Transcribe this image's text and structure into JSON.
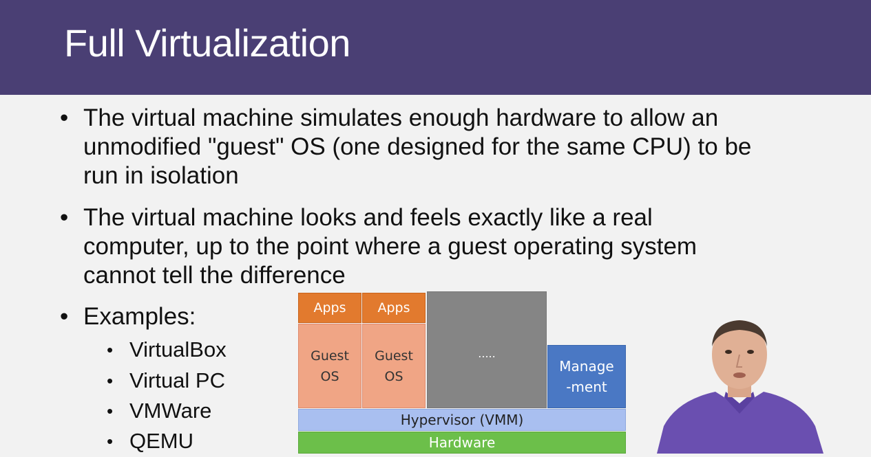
{
  "slide": {
    "title": "Full Virtualization",
    "bullets": [
      {
        "lines": [
          "The virtual machine simulates enough hardware to allow an",
          "unmodified \"guest\" OS (one designed for the same CPU) to be",
          "run in isolation"
        ]
      },
      {
        "lines": [
          "The virtual machine looks and feels exactly like a real",
          "computer, up to the point where a guest operating system",
          "cannot tell the difference"
        ]
      },
      {
        "lines": [
          "Examples:"
        ]
      }
    ],
    "examples": [
      "VirtualBox",
      "Virtual PC",
      "VMWare",
      "QEMU"
    ],
    "bullet_char": "•"
  },
  "diagram": {
    "apps1": "Apps",
    "apps2": "Apps",
    "guest1": [
      "Guest",
      "OS"
    ],
    "guest2": [
      "Guest",
      "OS"
    ],
    "ellipsis": ".....",
    "management": [
      "Manage",
      "-ment"
    ],
    "hypervisor": "Hypervisor (VMM)",
    "hardware": "Hardware"
  },
  "colors": {
    "title_bar": "#4a3f74",
    "apps": "#e27a2e",
    "guest_os": "#f0a585",
    "placeholder": "#858585",
    "management": "#4a78c4",
    "hypervisor": "#a9bff0",
    "hardware": "#6cbf4a"
  }
}
